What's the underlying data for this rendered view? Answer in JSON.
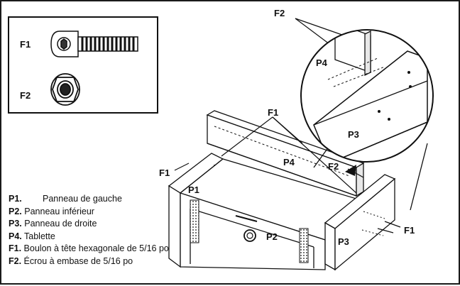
{
  "labels": {
    "f1_box": "F1",
    "f2_box": "F2",
    "f2_top": "F2",
    "p4_inset": "P4",
    "p3_inset": "P3",
    "f1_mid": "F1",
    "p4_main": "P4",
    "f2_mid": "F2",
    "f1_left": "F1",
    "p1_main": "P1",
    "p2_main": "P2",
    "p3_main": "P3",
    "f1_right": "F1"
  },
  "legend": [
    {
      "code": "P1.",
      "text": "Panneau de gauche"
    },
    {
      "code": "P2.",
      "text": "Panneau inférieur"
    },
    {
      "code": "P3.",
      "text": "Panneau de droite"
    },
    {
      "code": "P4.",
      "text": "Tablette"
    },
    {
      "code": "F1.",
      "text": "Boulon à tête hexagonale de 5/16 po"
    },
    {
      "code": "F2.",
      "text": "Écrou à embase de 5/16 po"
    }
  ]
}
